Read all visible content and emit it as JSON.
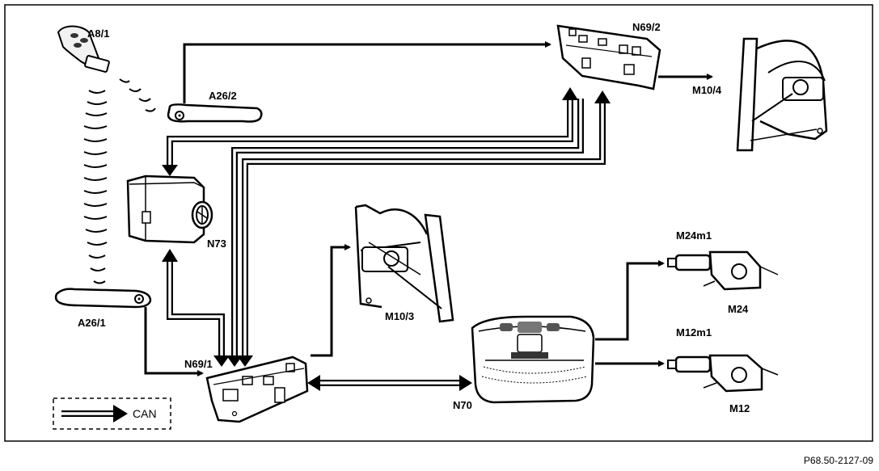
{
  "labels": {
    "a8_1": "A8/1",
    "a26_2": "A26/2",
    "a26_1": "A26/1",
    "n73": "N73",
    "n69_1": "N69/1",
    "n69_2": "N69/2",
    "m10_4": "M10/4",
    "m10_3": "M10/3",
    "n70": "N70",
    "m24m1": "M24m1",
    "m24": "M24",
    "m12m1": "M12m1",
    "m12": "M12"
  },
  "legend": {
    "can_label": "CAN"
  },
  "reference_code": "P68.50-2127-09"
}
